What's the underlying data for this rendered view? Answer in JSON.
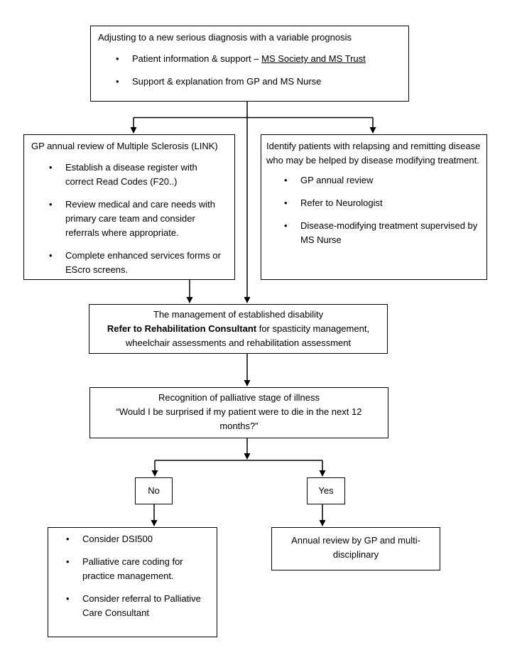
{
  "icons": {
    "bullet": "•"
  },
  "colors": {
    "line": "#000000",
    "text": "#000000",
    "background": "#ffffff"
  },
  "flowchart": {
    "diagnosis_box": {
      "title": "Adjusting to a new serious diagnosis with a variable prognosis",
      "bullet1_prefix": "Patient information & support – ",
      "bullet1_link": "MS Society and MS Trust",
      "bullet2": "Support & explanation from GP and MS Nurse"
    },
    "gp_review_box": {
      "title": "GP annual review of Multiple Sclerosis (LINK)",
      "bullets": [
        "Establish a disease register with correct Read Codes (F20..)",
        "Review medical and care needs with primary care team and consider referrals where appropriate.",
        "Complete enhanced services forms or EScro screens."
      ]
    },
    "identify_box": {
      "title": "Identify patients with relapsing and remitting disease who may be helped by disease modifying treatment.",
      "bullets": [
        "GP annual review",
        "Refer to Neurologist",
        "Disease-modifying treatment supervised by MS Nurse"
      ]
    },
    "management_box": {
      "line1": "The management of established disability",
      "refer_bold": "Refer to Rehabilitation Consultant",
      "refer_rest": " for spasticity management, wheelchair assessments and rehabilitation assessment"
    },
    "palliative_box": {
      "line1": "Recognition of palliative stage of illness",
      "line2": "“Would I be surprised if my patient were to die in the next 12 months?”"
    },
    "no_label": "No",
    "yes_label": "Yes",
    "no_outcome_box": {
      "bullets": [
        "Consider DSI500",
        "Palliative care coding for practice management.",
        "Consider referral to Palliative Care Consultant"
      ]
    },
    "yes_outcome_box": {
      "text": "Annual review by GP and multi-disciplinary"
    }
  }
}
